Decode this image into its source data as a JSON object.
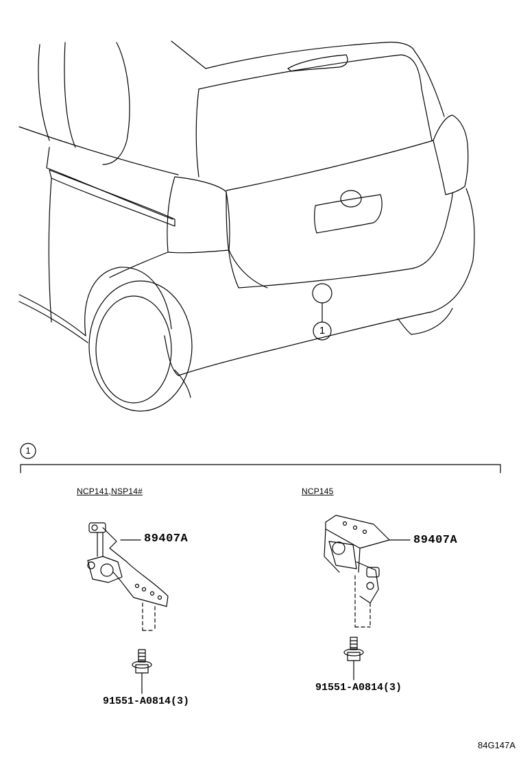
{
  "callout": {
    "number": "1"
  },
  "left_variant": {
    "model_label": "NCP141,NSP14#",
    "part_number": "89407A",
    "bolt_part": "91551-A0814(3)"
  },
  "right_variant": {
    "model_label": "NCP145",
    "part_number": "89407A",
    "bolt_part": "91551-A0814(3)"
  },
  "diagram_code": "84G147A"
}
